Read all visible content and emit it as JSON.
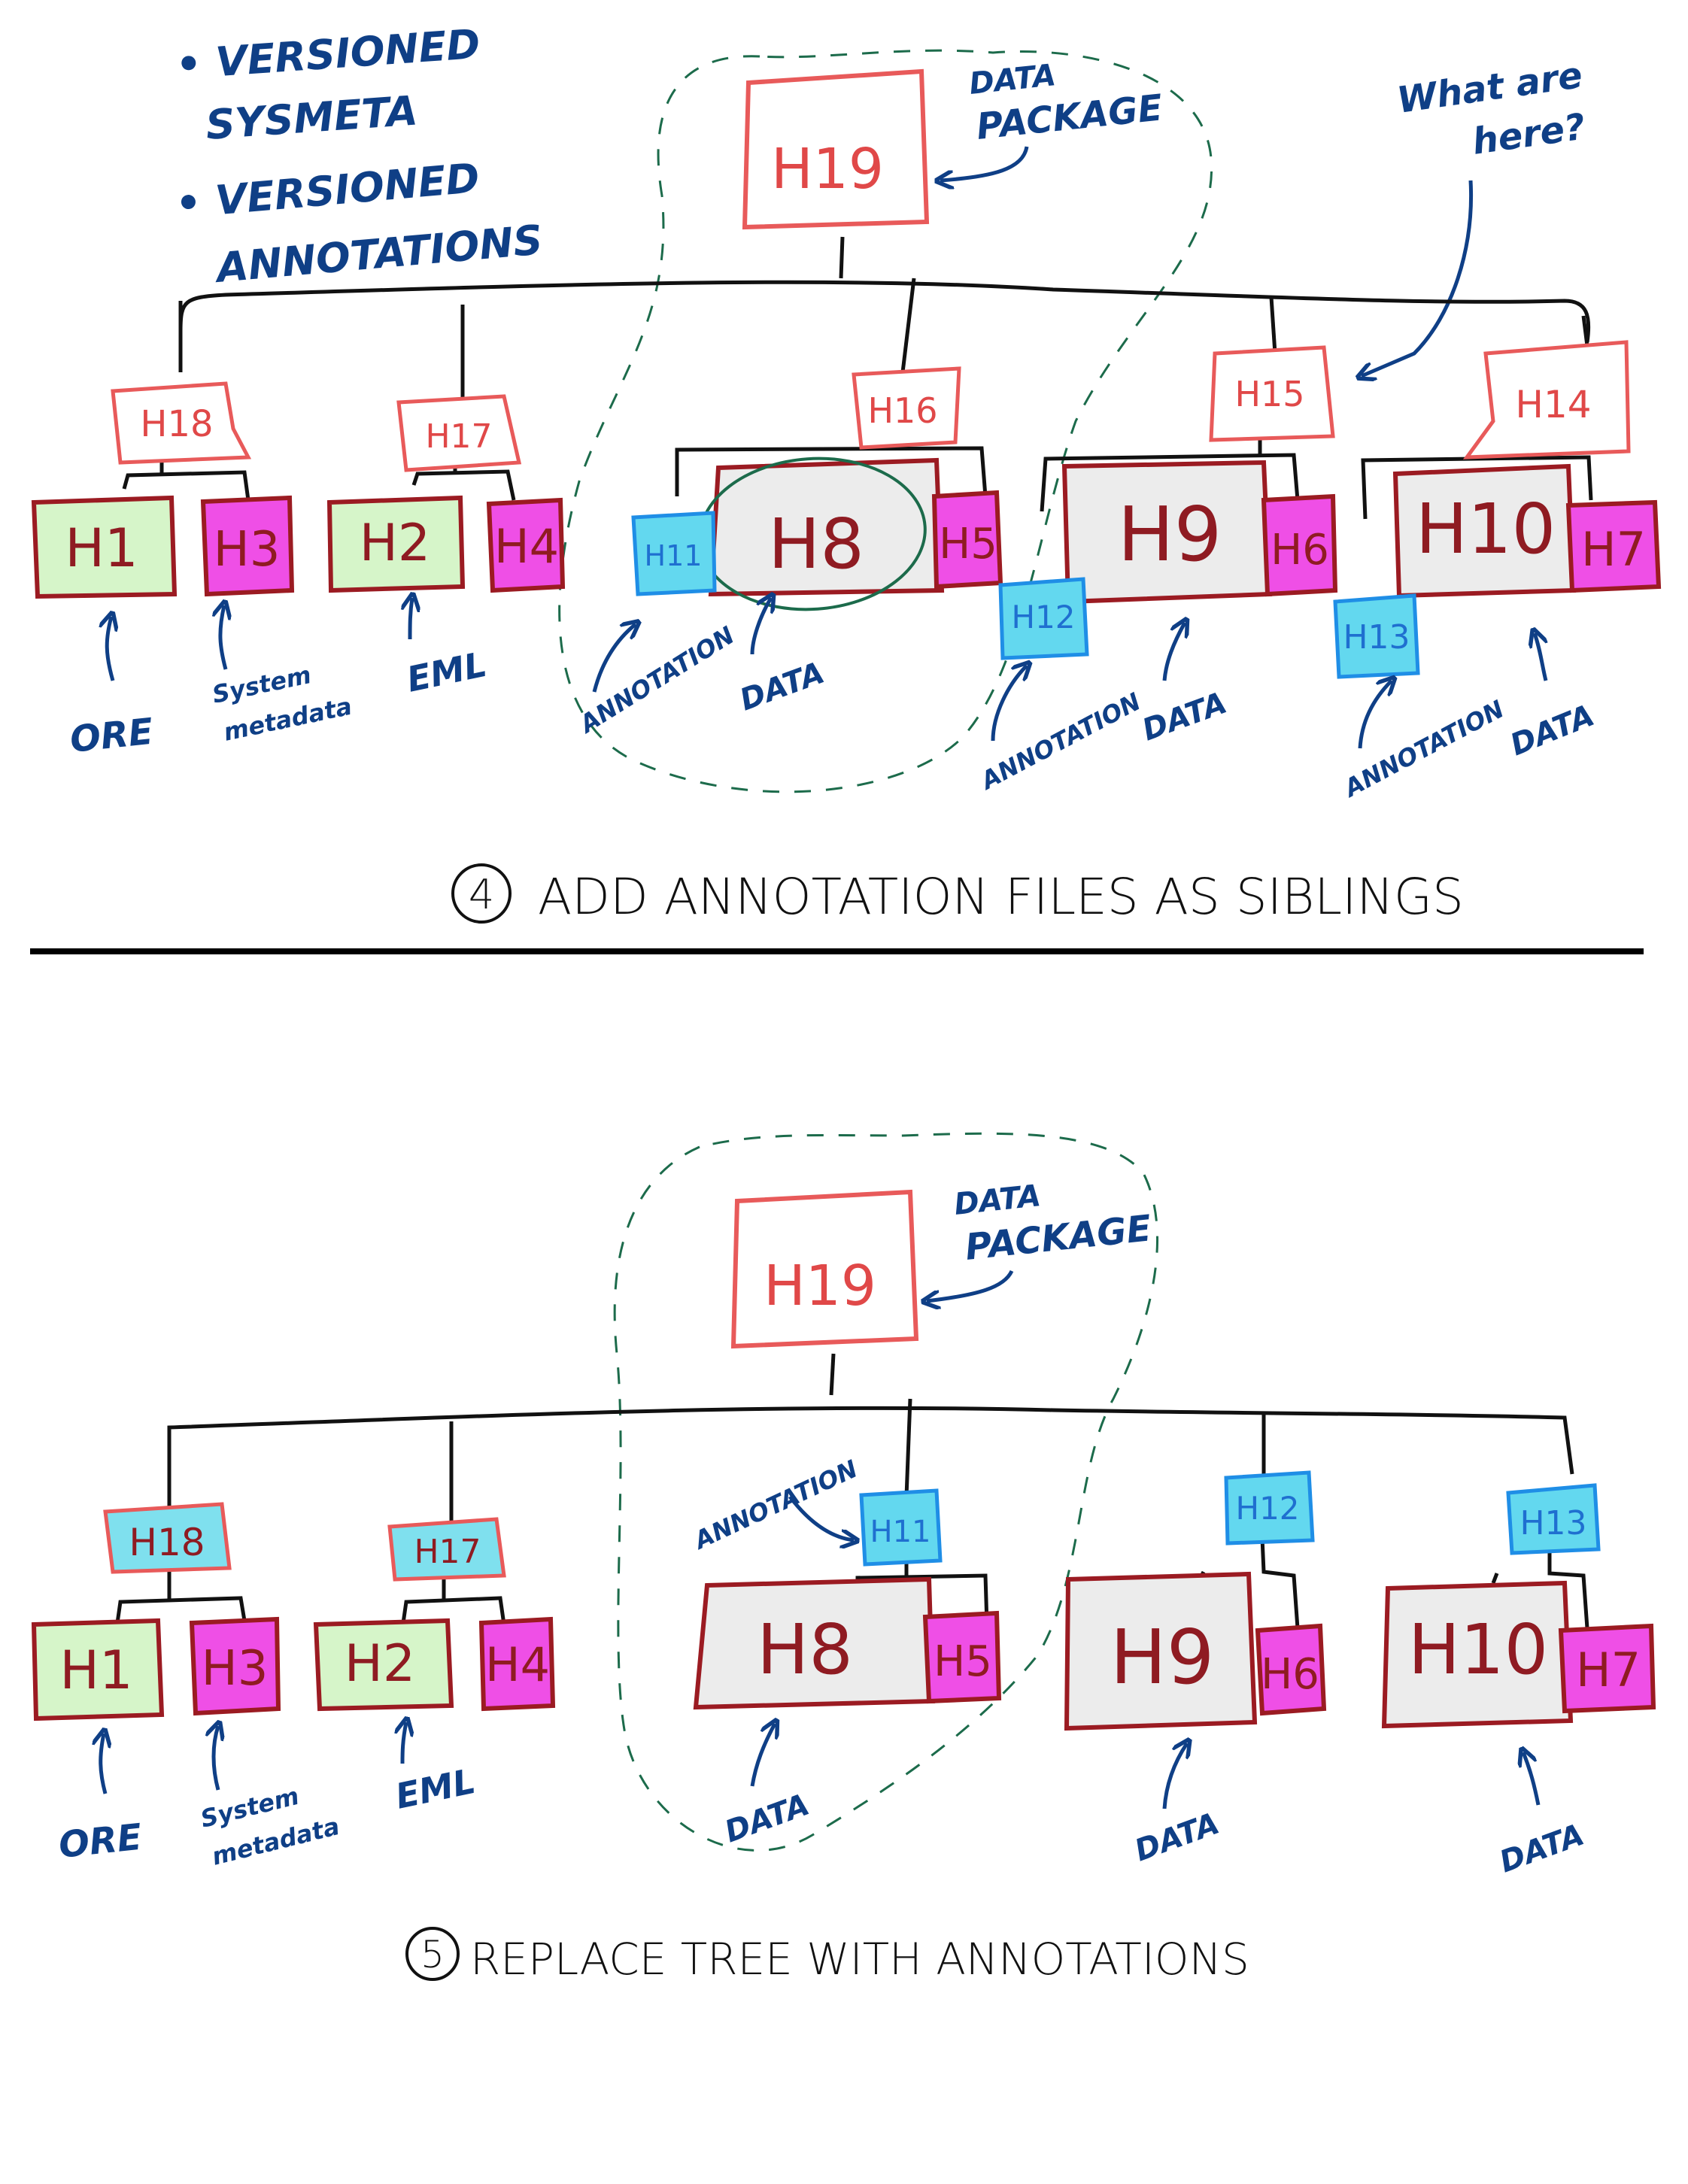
{
  "colors": {
    "ink": "#111111",
    "note_ink": "#0f3f86",
    "pkg_border": "#e85a5a",
    "pkg_text": "#e04848",
    "data_border": "#9b1b22",
    "data_text": "#8f1b22",
    "green_fill": "#d6f5c9",
    "gray_fill": "#ececec",
    "magenta_fill": "#ef4fe6",
    "blue_border": "#1f8ee6",
    "blue_fill": "#63d8ef",
    "cyan_wash": "#7fe0ee",
    "dash_green": "#1c6b4b",
    "sep_line": "#000000"
  },
  "top": {
    "notes": [
      "• VERSIONED",
      "SYSMETA",
      "• VERSIONED",
      "ANNOTATIONS"
    ],
    "question": [
      "What are",
      "here?"
    ],
    "package_label": [
      "DATA",
      "PACKAGE"
    ],
    "nodes": {
      "H19": "H19",
      "H18": "H18",
      "H17": "H17",
      "H16": "H16",
      "H15": "H15",
      "H14": "H14",
      "H1": "H1",
      "H3": "H3",
      "H2": "H2",
      "H4": "H4",
      "H8": "H8",
      "H5": "H5",
      "H9": "H9",
      "H6": "H6",
      "H10": "H10",
      "H7": "H7",
      "H11": "H11",
      "H12": "H12",
      "H13": "H13"
    },
    "arrows": {
      "ore": "ORE",
      "sysmeta": [
        "System",
        "metadata"
      ],
      "eml": "EML",
      "annotation": "ANNOTATION",
      "data": "DATA"
    },
    "caption": {
      "number": "4",
      "text": "ADD  ANNOTATION FILES  AS SIBLINGS"
    }
  },
  "bottom": {
    "package_label": [
      "DATA",
      "PACKAGE"
    ],
    "nodes": {
      "H19": "H19",
      "H18": "H18",
      "H17": "H17",
      "H11": "H11",
      "H12": "H12",
      "H13": "H13",
      "H1": "H1",
      "H3": "H3",
      "H2": "H2",
      "H4": "H4",
      "H8": "H8",
      "H5": "H5",
      "H9": "H9",
      "H6": "H6",
      "H10": "H10",
      "H7": "H7"
    },
    "arrows": {
      "ore": "ORE",
      "sysmeta": [
        "System",
        "metadata"
      ],
      "eml": "EML",
      "annotation": "ANNOTATION",
      "data": "DATA"
    },
    "caption": {
      "number": "5",
      "text": "REPLACE TREE WITH ANNOTATIONS"
    }
  }
}
